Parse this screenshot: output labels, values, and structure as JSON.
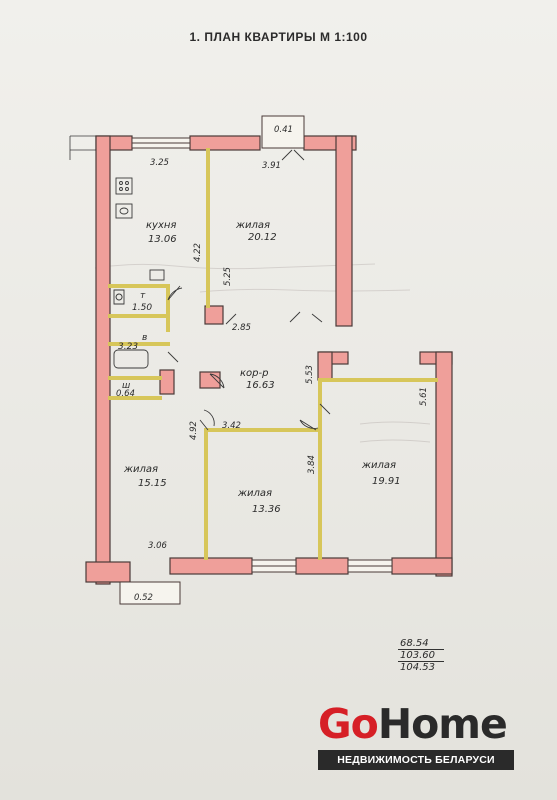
{
  "title": "1. ПЛАН КВАРТИРЫ М 1:100",
  "rooms": {
    "kitchen": {
      "label": "кухня",
      "area": "13.06"
    },
    "living_nw": {
      "label": "жилая",
      "area": "20.12"
    },
    "toilet": {
      "label": "т",
      "area": "1.50"
    },
    "bath": {
      "label": "в",
      "area": "3.23"
    },
    "closet": {
      "label": "ш",
      "area": "0.64"
    },
    "corridor": {
      "label": "кор-р",
      "area": "16.63"
    },
    "living_sw": {
      "label": "жилая",
      "area": "15.15"
    },
    "living_s": {
      "label": "жилая",
      "area": "13.36"
    },
    "living_e": {
      "label": "жилая",
      "area": "19.91"
    }
  },
  "dims": {
    "d1": "3.25",
    "d2": "3.91",
    "d3": "0.41",
    "d4": "4.22",
    "d5": "5.25",
    "d6": "2.85",
    "d7": "5.53",
    "d8": "5.61",
    "d9": "4.92",
    "d10": "3.42",
    "d11": "3.84",
    "d12": "3.06",
    "d13": "0.52"
  },
  "totals": {
    "t1": "68.54",
    "t2": "103.60",
    "t3": "104.53"
  },
  "logo": {
    "go": "Go",
    "home": "Home",
    "tagline": "НЕДВИЖИМОСТЬ БЕЛАРУСИ"
  },
  "colors": {
    "wall_fill": "#ef9f9a",
    "wall_stroke": "#4a3a38",
    "partition": "#d7c65a",
    "brand_red": "#d61f26"
  }
}
